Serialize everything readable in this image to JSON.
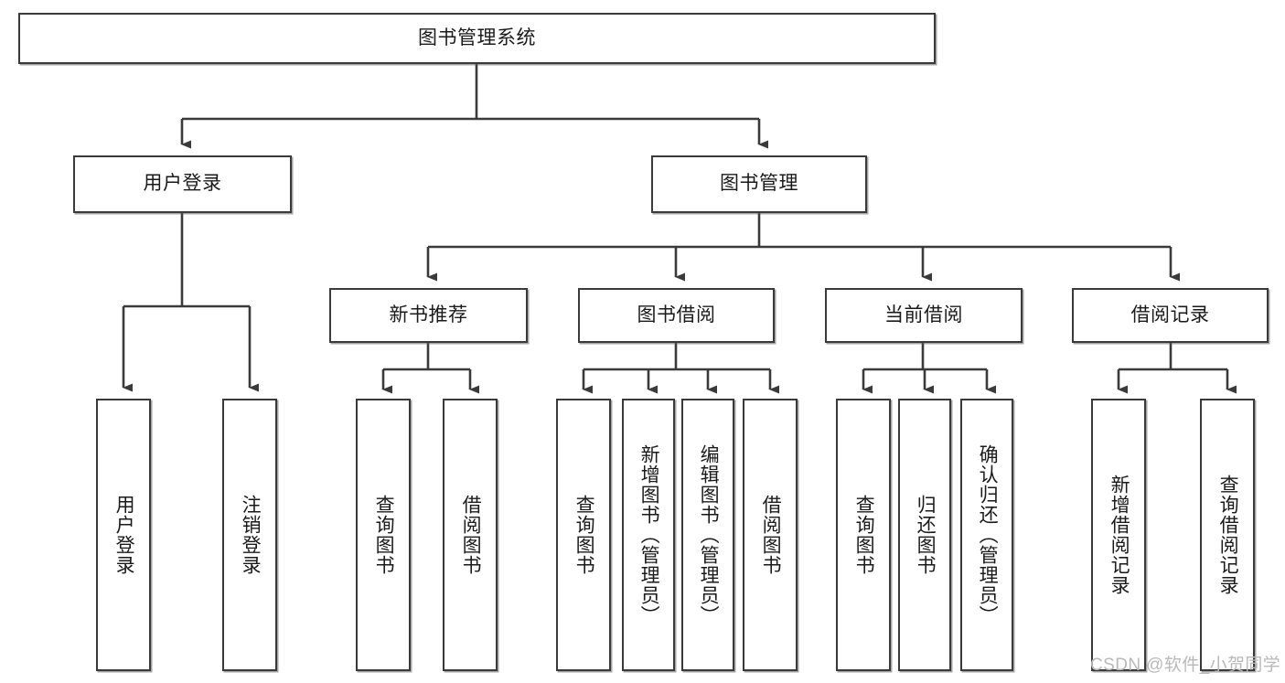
{
  "diagram": {
    "type": "tree-hierarchy",
    "title": "图书管理系统",
    "root": {
      "id": "root",
      "label": "图书管理系统"
    },
    "level2": [
      {
        "id": "user-login",
        "label": "用户登录"
      },
      {
        "id": "book-manage",
        "label": "图书管理"
      }
    ],
    "level3": [
      {
        "id": "new-book-recommend",
        "label": "新书推荐",
        "parent": "book-manage"
      },
      {
        "id": "book-borrow",
        "label": "图书借阅",
        "parent": "book-manage"
      },
      {
        "id": "current-borrow",
        "label": "当前借阅",
        "parent": "book-manage"
      },
      {
        "id": "borrow-record",
        "label": "借阅记录",
        "parent": "book-manage"
      }
    ],
    "leaves": [
      {
        "id": "leaf-user-login",
        "label": "用户登录",
        "parent": "user-login"
      },
      {
        "id": "leaf-logout",
        "label": "注销登录",
        "parent": "user-login"
      },
      {
        "id": "leaf-query-book-1",
        "label": "查询图书",
        "parent": "new-book-recommend"
      },
      {
        "id": "leaf-borrow-book-1",
        "label": "借阅图书",
        "parent": "new-book-recommend"
      },
      {
        "id": "leaf-query-book-2",
        "label": "查询图书",
        "parent": "book-borrow"
      },
      {
        "id": "leaf-add-book",
        "label": "新增图书（管理员）",
        "parent": "book-borrow"
      },
      {
        "id": "leaf-edit-book",
        "label": "编辑图书（管理员）",
        "parent": "book-borrow"
      },
      {
        "id": "leaf-borrow-book-2",
        "label": "借阅图书",
        "parent": "book-borrow"
      },
      {
        "id": "leaf-query-book-3",
        "label": "查询图书",
        "parent": "current-borrow"
      },
      {
        "id": "leaf-return-book",
        "label": "归还图书",
        "parent": "current-borrow"
      },
      {
        "id": "leaf-confirm-return",
        "label": "确认归还（管理员）",
        "parent": "current-borrow"
      },
      {
        "id": "leaf-add-record",
        "label": "新增借阅记录",
        "parent": "borrow-record"
      },
      {
        "id": "leaf-query-record",
        "label": "查询借阅记录",
        "parent": "borrow-record"
      }
    ],
    "colors": {
      "stroke": "#3a3a3a",
      "fill": "#ffffff",
      "text": "#1a1a1a",
      "watermark": "#b9b9b9"
    }
  },
  "watermark": {
    "text": "CSDN @软件_小贺同学"
  }
}
